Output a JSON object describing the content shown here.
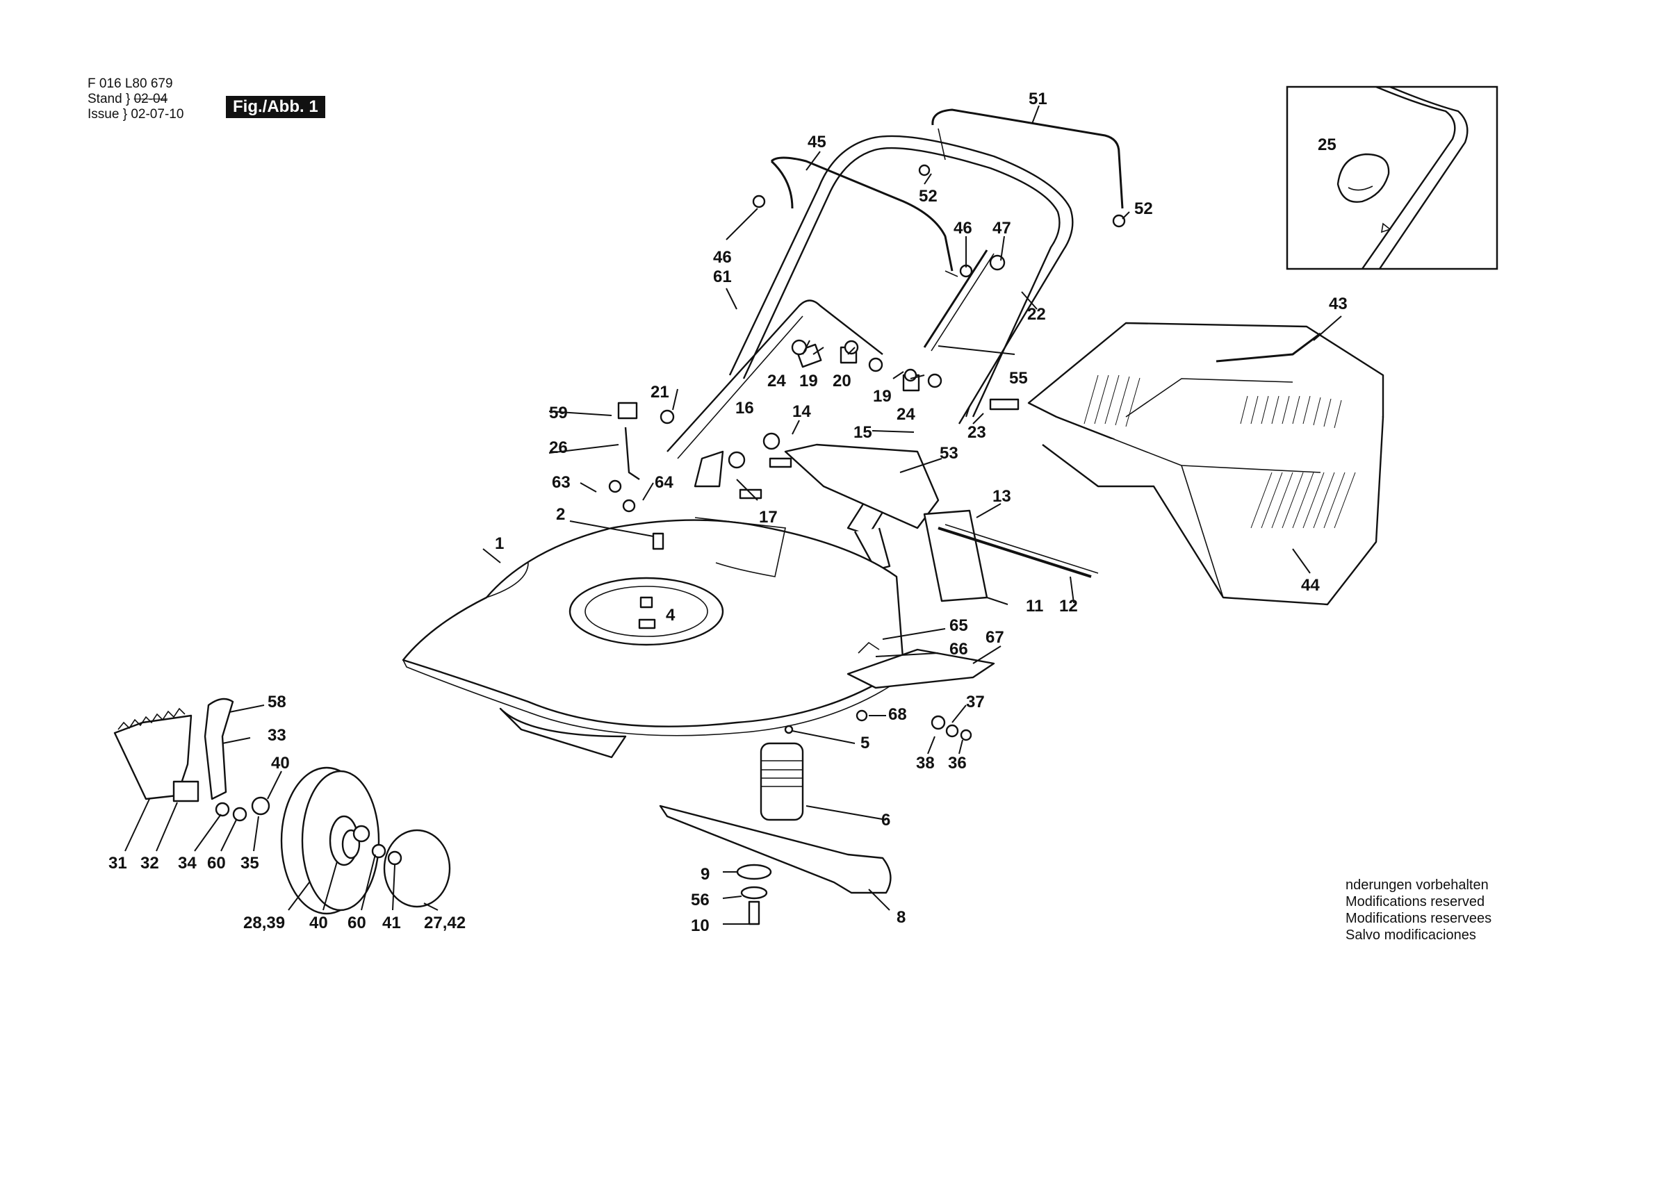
{
  "header": {
    "doc_number": "F 016 L80 679",
    "stand_label": "Stand",
    "stand_date": "02-04",
    "issue_label": "Issue",
    "issue_date": "02-07-10",
    "fig_label": "Fig./Abb. 1"
  },
  "notice": [
    "nderungen vorbehalten",
    "Modifications reserved",
    "Modifications reservees",
    "Salvo modificaciones"
  ],
  "callouts": {
    "c51": "51",
    "c45": "45",
    "c52a": "52",
    "c52b": "52",
    "c46a": "46",
    "c47": "47",
    "c46b": "46",
    "c61": "61",
    "c22": "22",
    "c25": "25",
    "c43": "43",
    "c24a": "24",
    "c19a": "19",
    "c20": "20",
    "c19b": "19",
    "c24b": "24",
    "c55": "55",
    "c21": "21",
    "c59": "59",
    "c16": "16",
    "c14": "14",
    "c15": "15",
    "c23": "23",
    "c26": "26",
    "c53": "53",
    "c63": "63",
    "c64": "64",
    "c17": "17",
    "c2": "2",
    "c13": "13",
    "c1": "1",
    "c4": "4",
    "c11": "11",
    "c12": "12",
    "c44": "44",
    "c65": "65",
    "c67": "67",
    "c66": "66",
    "c58": "58",
    "c68": "68",
    "c37": "37",
    "c33": "33",
    "c5": "5",
    "c38": "38",
    "c36": "36",
    "c40a": "40",
    "c6": "6",
    "c31": "31",
    "c32": "32",
    "c34": "34",
    "c60a": "60",
    "c35": "35",
    "c9": "9",
    "c56": "56",
    "c8": "8",
    "c10": "10",
    "c2839": "28,39",
    "c40b": "40",
    "c60b": "60",
    "c41": "41",
    "c2742": "27,42"
  }
}
